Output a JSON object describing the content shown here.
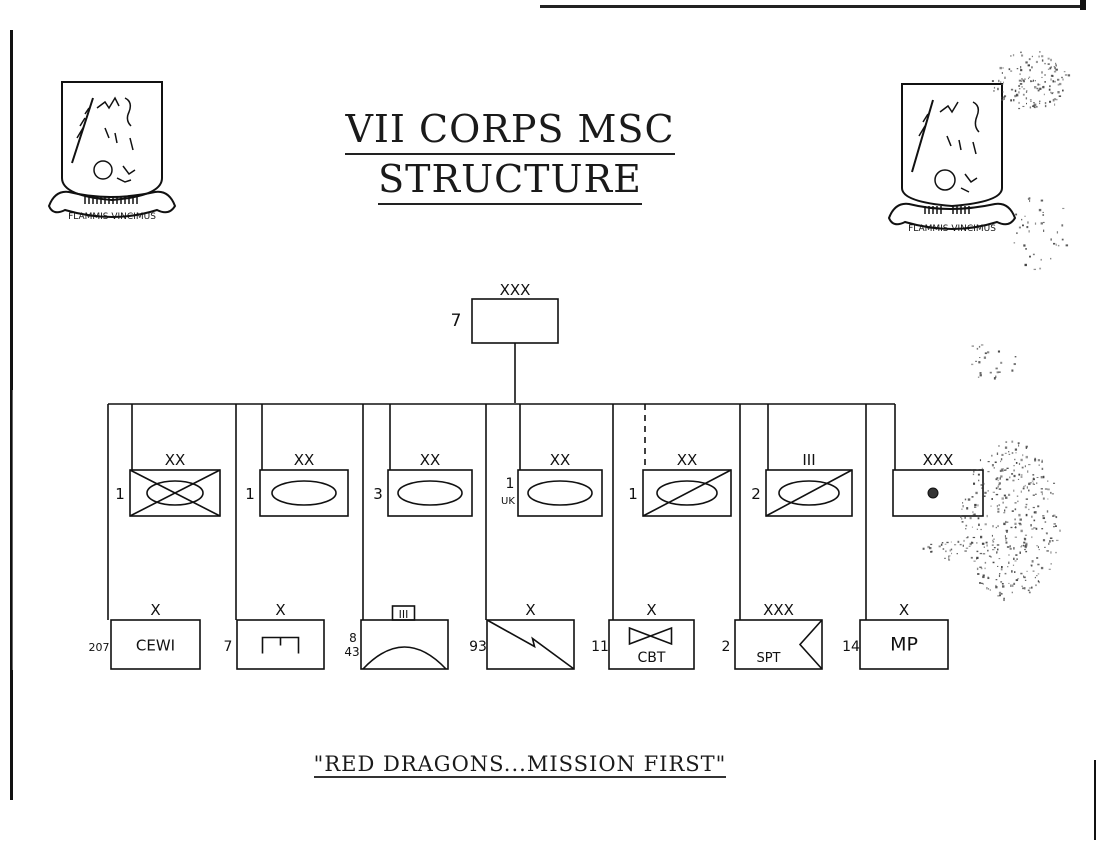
{
  "document": {
    "title_line1": "VII CORPS MSC",
    "title_line2": "STRUCTURE",
    "motto": "\"RED DRAGONS...MISSION FIRST\"",
    "crest_left": {
      "icon": "unit-crest-icon",
      "scroll_text": "FLAMMIS VINCIMUS"
    },
    "crest_right": {
      "icon": "unit-crest-icon",
      "scroll_text": "FLAMMIS VINCIMUS"
    }
  },
  "org_chart": {
    "headquarters": {
      "designation": "7",
      "echelon": "XXX",
      "symbol": "corps-hq"
    },
    "row1": [
      {
        "designation": "1",
        "echelon": "XX",
        "symbol": "armored-infantry",
        "connector": "solid"
      },
      {
        "designation": "1",
        "echelon": "XX",
        "symbol": "armor",
        "connector": "solid"
      },
      {
        "designation": "3",
        "echelon": "XX",
        "symbol": "armor",
        "connector": "solid"
      },
      {
        "designation": "1",
        "designation_sub": "UK",
        "echelon": "XX",
        "symbol": "armor",
        "connector": "solid"
      },
      {
        "designation": "1",
        "echelon": "XX",
        "symbol": "armored-cavalry",
        "connector": "dashed"
      },
      {
        "designation": "2",
        "echelon": "III",
        "symbol": "armored-cavalry",
        "connector": "solid"
      },
      {
        "designation": "",
        "echelon": "XXX",
        "symbol": "unit-emblem",
        "connector": "solid"
      }
    ],
    "row2": [
      {
        "designation": "207",
        "echelon": "X",
        "symbol": "text",
        "text": "CEWI"
      },
      {
        "designation": "7",
        "echelon": "X",
        "symbol": "engineer"
      },
      {
        "designation": "& 43",
        "designation_top": "8",
        "echelon": "III",
        "symbol": "air-defense"
      },
      {
        "designation": "93",
        "echelon": "X",
        "symbol": "signal"
      },
      {
        "designation": "11",
        "echelon": "X",
        "symbol": "aviation",
        "text": "CBT"
      },
      {
        "designation": "2",
        "echelon": "XXX",
        "symbol": "support",
        "text": "SPT"
      },
      {
        "designation": "14",
        "echelon": "X",
        "symbol": "text",
        "text": "MP"
      }
    ]
  }
}
